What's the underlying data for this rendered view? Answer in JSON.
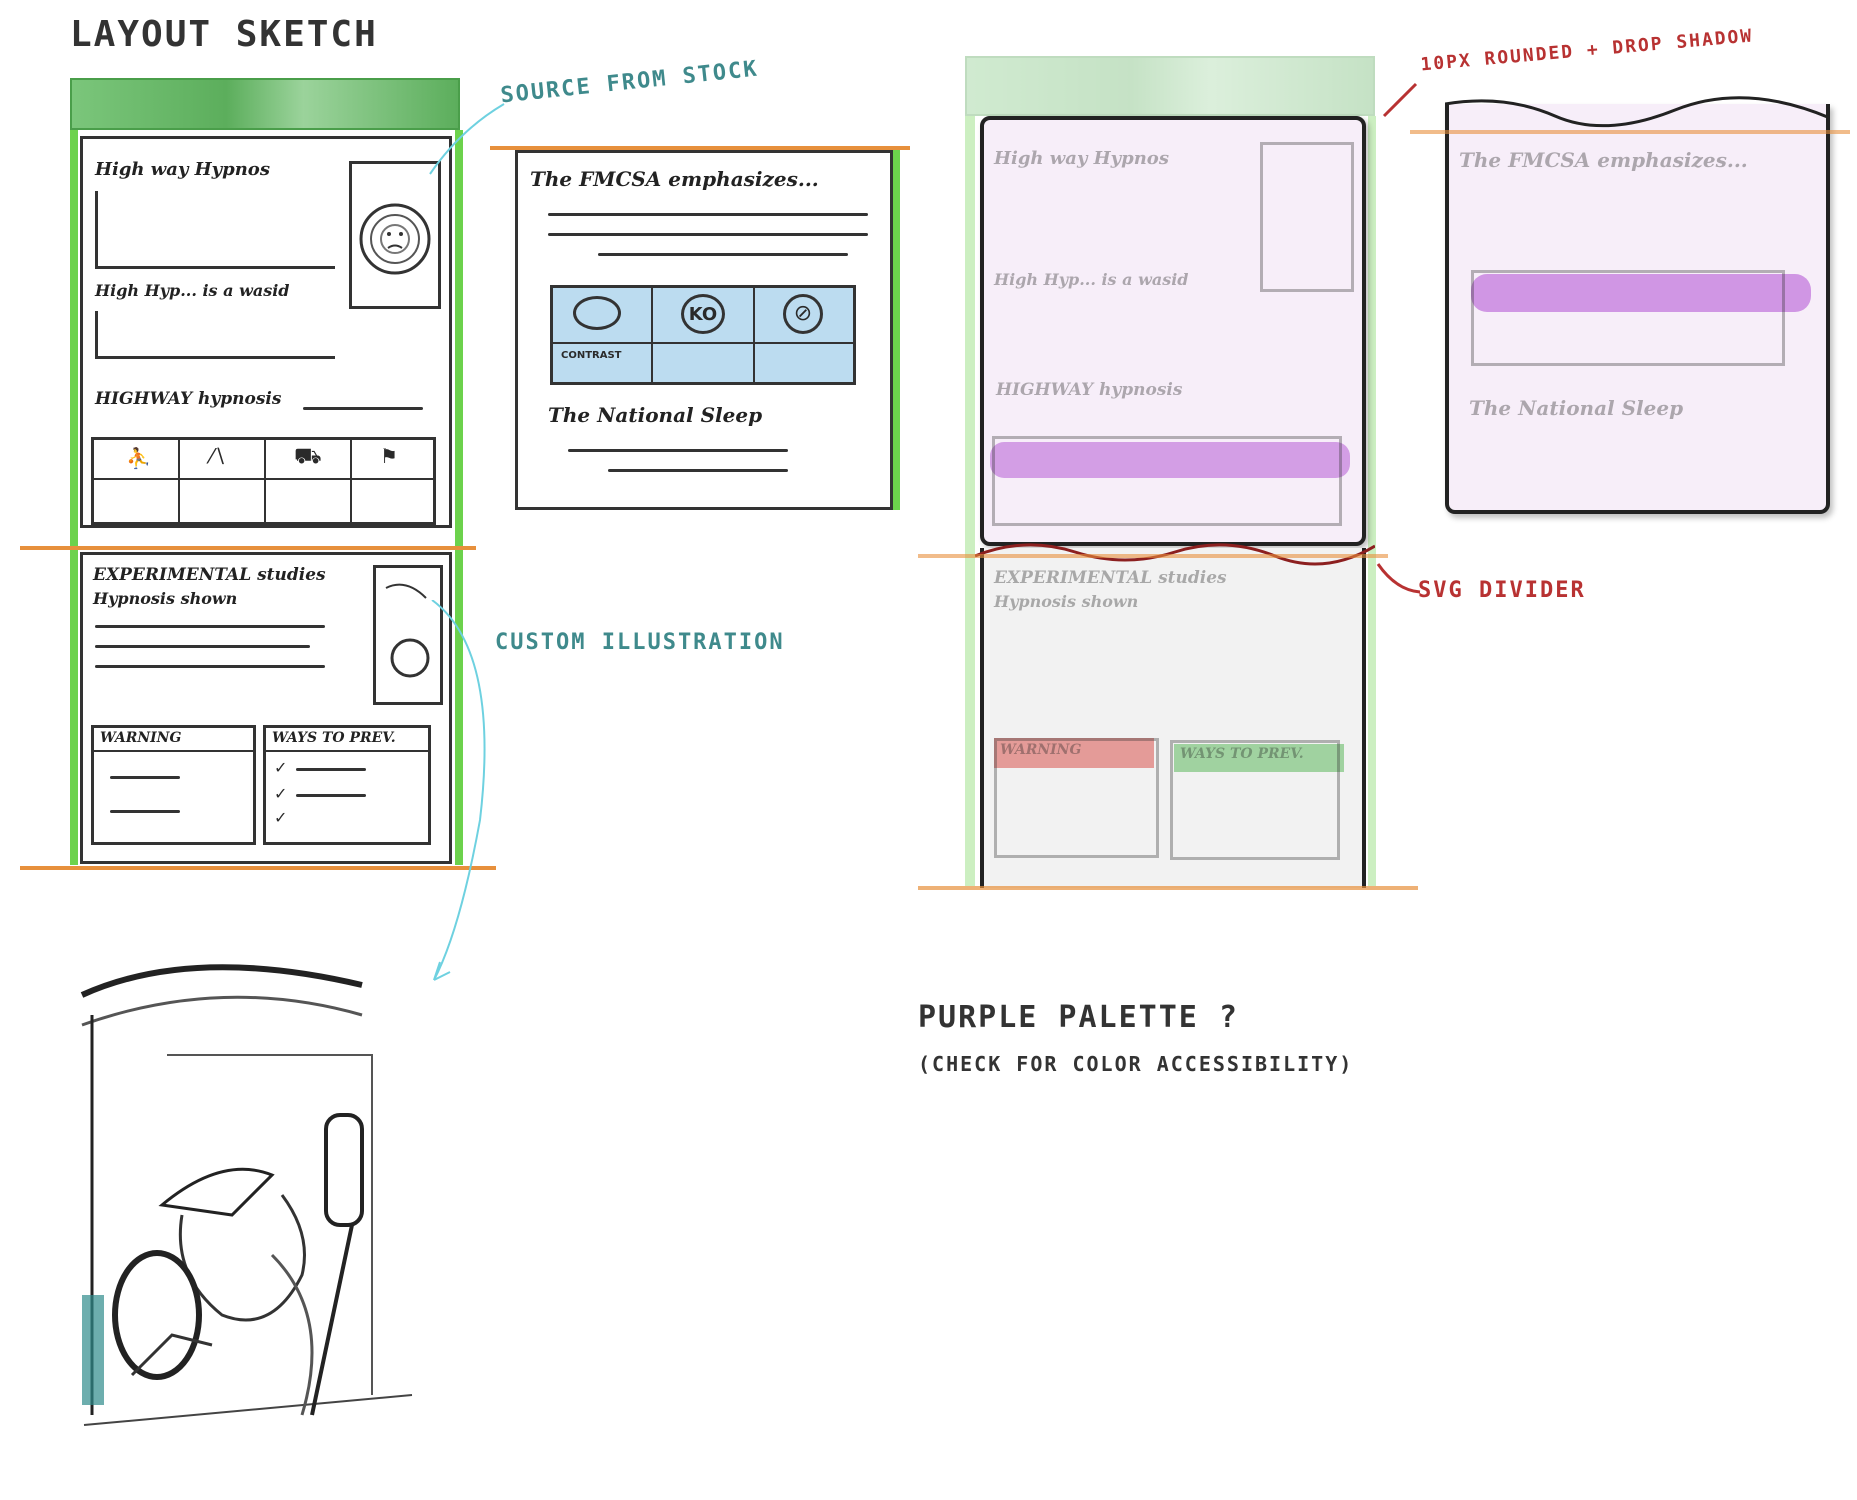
{
  "title": "LAYOUT SKETCH",
  "annotations": {
    "source_from_stock": "SOURCE FROM STOCK",
    "custom_illustration": "CUSTOM ILLUSTRATION",
    "rounded_shadow": "10PX ROUNDED + DROP SHADOW",
    "svg_divider": "SVG DIVIDER",
    "purple_palette": "PURPLE PALETTE ?",
    "check_accessibility": "(CHECK FOR COLOR ACCESSIBILITY)"
  },
  "sketch_left": {
    "heading1": "High way Hypnos",
    "heading2": "High Hyp... is a wasid",
    "heading3": "HIGHWAY hypnosis",
    "heading4": "EXPERIMENTAL studies",
    "heading4b": "Hypnosis shown",
    "warning_label": "WARNING",
    "ways_label": "WAYS TO PREV."
  },
  "sketch_middle": {
    "heading1": "The FMCSA emphasizes...",
    "contrast_label": "CONTRAST",
    "icon_ko": "KO",
    "heading2": "The National Sleep"
  },
  "colors": {
    "green": "#6cd24c",
    "orange": "#e7903c",
    "teal": "#3f8a8c",
    "red": "#b83232",
    "purple": "#b65cd6",
    "light_purple": "#f7eef9"
  }
}
